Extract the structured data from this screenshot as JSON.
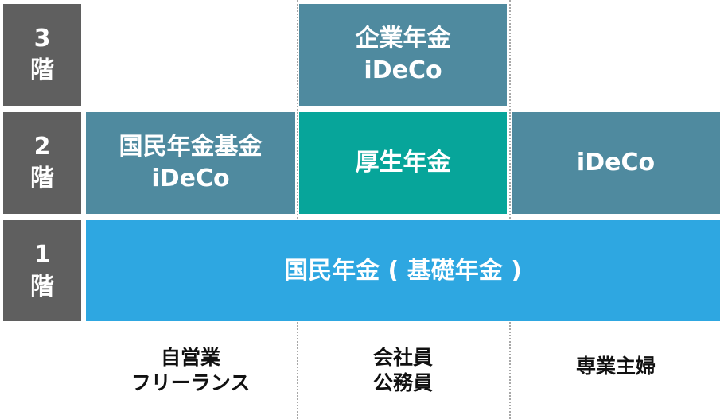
{
  "floors": [
    {
      "number": "3",
      "unit": "階"
    },
    {
      "number": "2",
      "unit": "階"
    },
    {
      "number": "1",
      "unit": "階"
    }
  ],
  "blocks": {
    "corporate_pension": {
      "line1": "企業年金",
      "line2": "iDeCo"
    },
    "national_pension_fund": {
      "line1": "国民年金基金",
      "line2": "iDeCo"
    },
    "employees_pension": {
      "line1": "厚生年金"
    },
    "housewife_ideco": {
      "line1": "iDeCo"
    },
    "national_pension": {
      "line1": "国民年金 ( 基礎年金 )"
    }
  },
  "categories": [
    {
      "line1": "自営業",
      "line2": "フリーランス"
    },
    {
      "line1": "会社員",
      "line2": "公務員"
    },
    {
      "line1": "専業主婦"
    }
  ],
  "colors": {
    "floor": "#5f5f5f",
    "tier_teal": "#4f8a9f",
    "tier_green": "#07a59a",
    "tier_blue": "#2ea7e1"
  }
}
